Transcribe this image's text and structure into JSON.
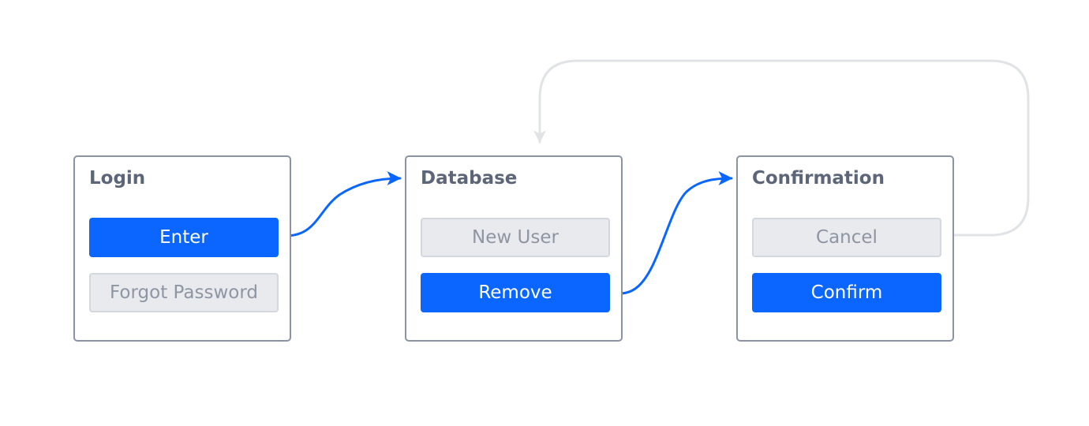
{
  "panels": {
    "login": {
      "title": "Login",
      "buttons": [
        "Enter",
        "Forgot Password"
      ]
    },
    "database": {
      "title": "Database",
      "buttons": [
        "New User",
        "Remove"
      ]
    },
    "confirmation": {
      "title": "Confirmation",
      "buttons": [
        "Cancel",
        "Confirm"
      ]
    }
  },
  "colors": {
    "primary": "#0a66ff",
    "secondary_fill": "#e8eaee",
    "secondary_text": "#8e96a3",
    "panel_border": "#8a93a3",
    "title_text": "#5d6678",
    "active_connector": "#0a66ff",
    "inactive_connector": "#e2e3e6"
  },
  "connectors": [
    {
      "from": "Enter",
      "to": "Database",
      "state": "active"
    },
    {
      "from": "Remove",
      "to": "Confirmation",
      "state": "active"
    },
    {
      "from": "Cancel",
      "to": "Database",
      "state": "inactive"
    }
  ]
}
